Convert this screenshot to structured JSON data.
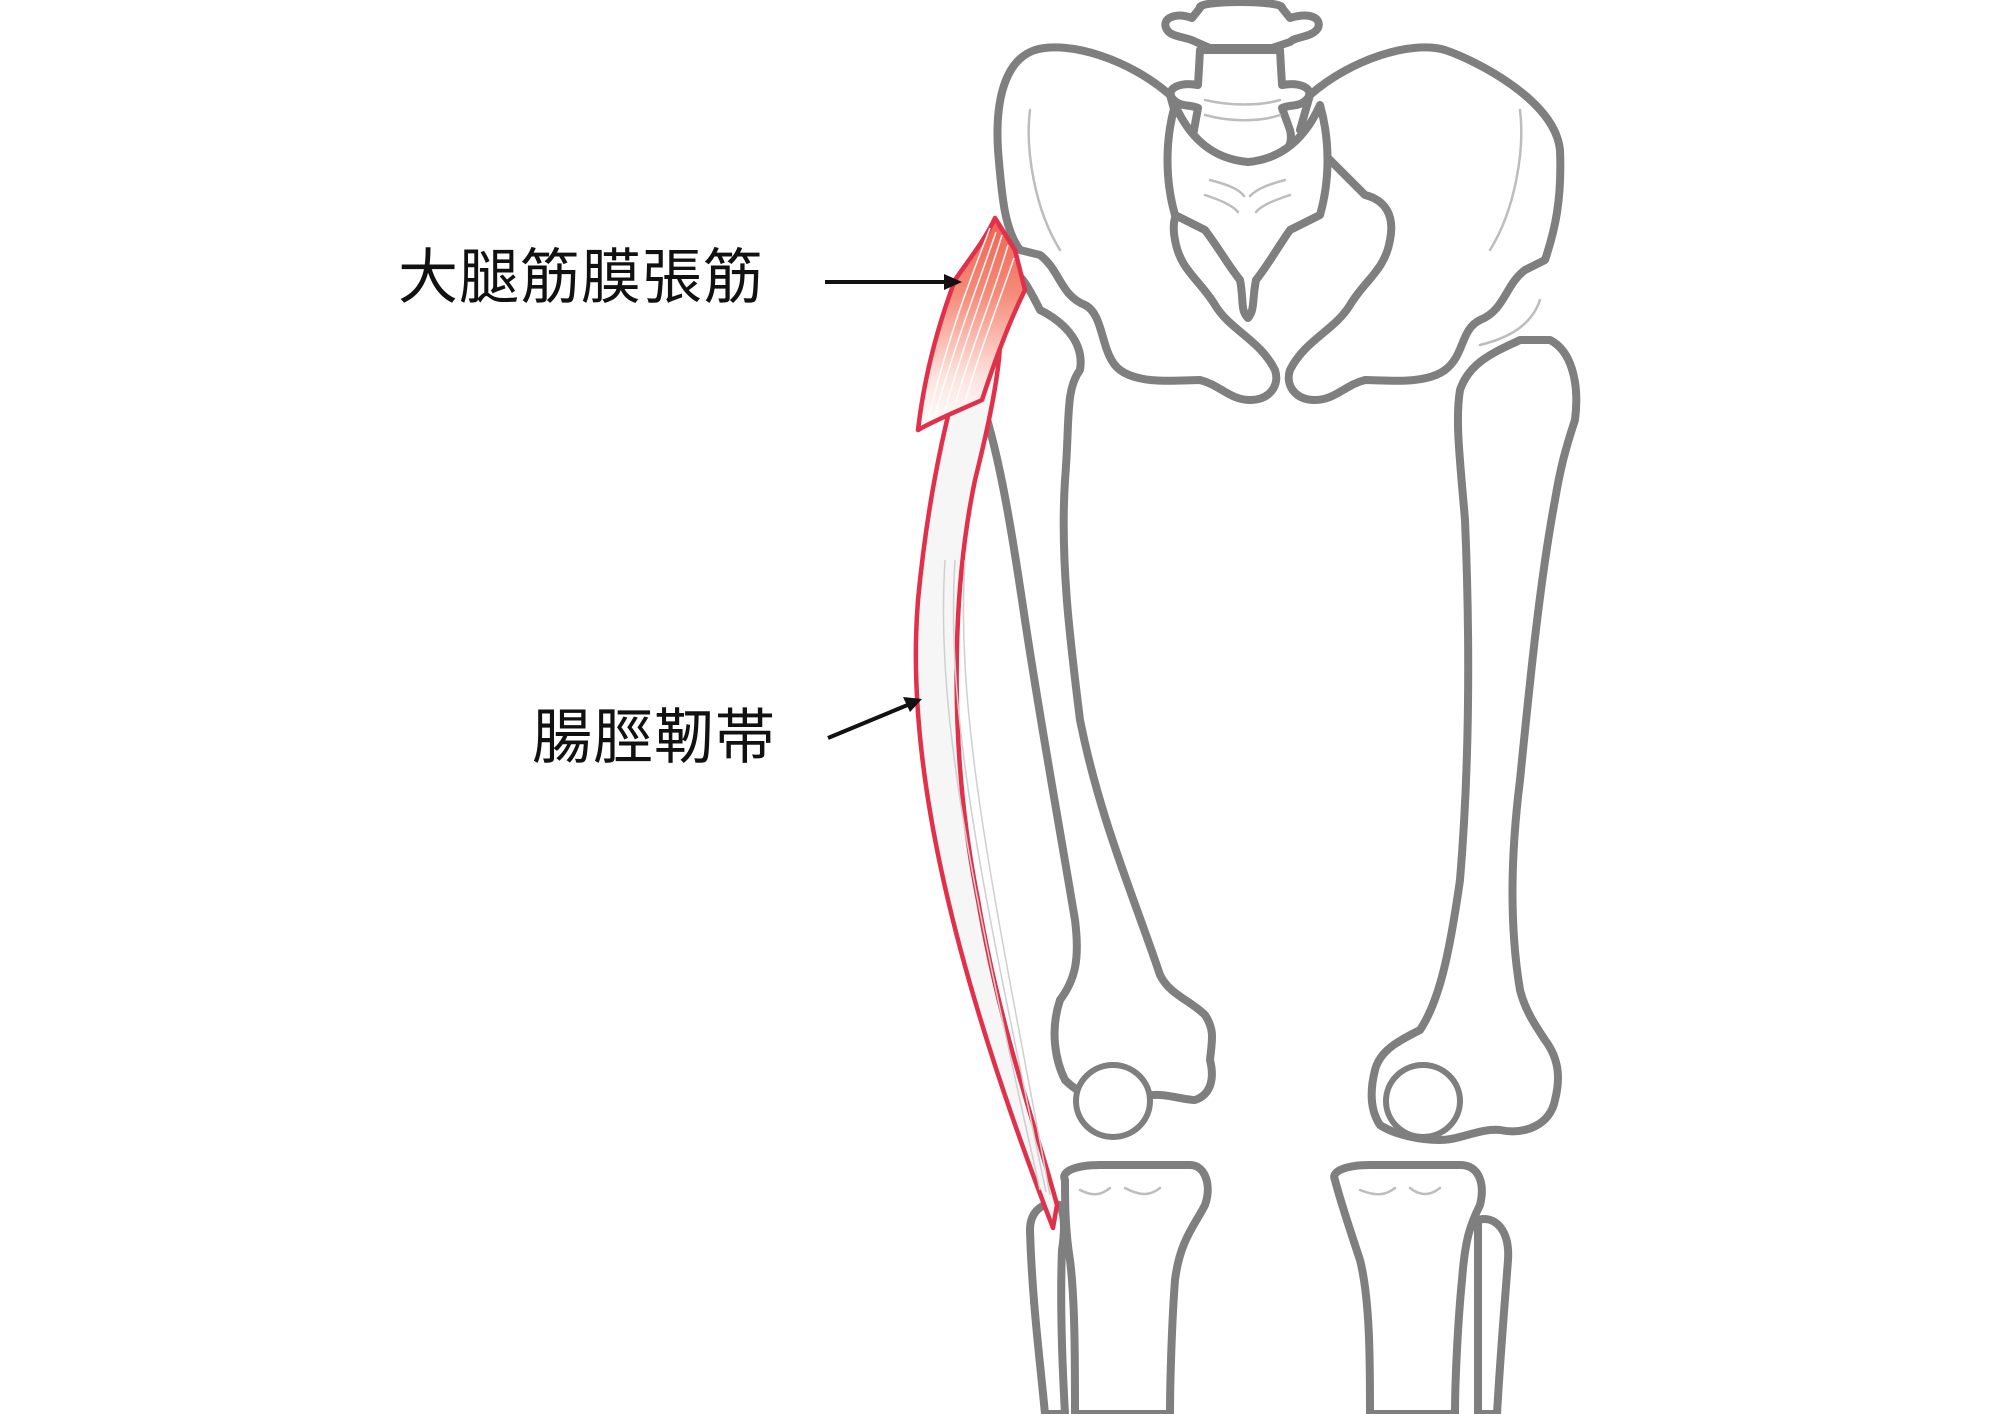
{
  "diagram": {
    "type": "anatomical-illustration",
    "subject": "Anterior view of pelvis and lower limb skeleton with lateral thigh muscle highlighted",
    "labels": [
      {
        "id": "tfl",
        "text": "大腿筋膜張筋",
        "meaning": "tensor fasciae latae",
        "points_to": "red muscle belly at upper lateral thigh"
      },
      {
        "id": "itb",
        "text": "腸脛靭帯",
        "meaning": "iliotibial band",
        "points_to": "long band down lateral thigh to tibia"
      }
    ],
    "colors": {
      "bone_outline": "#7f7f7f",
      "muscle_outline": "#e0304a",
      "muscle_fill": "#f46a5a",
      "band_fill": "#f2f2f2",
      "label_text": "#111111",
      "background": "#ffffff"
    }
  }
}
